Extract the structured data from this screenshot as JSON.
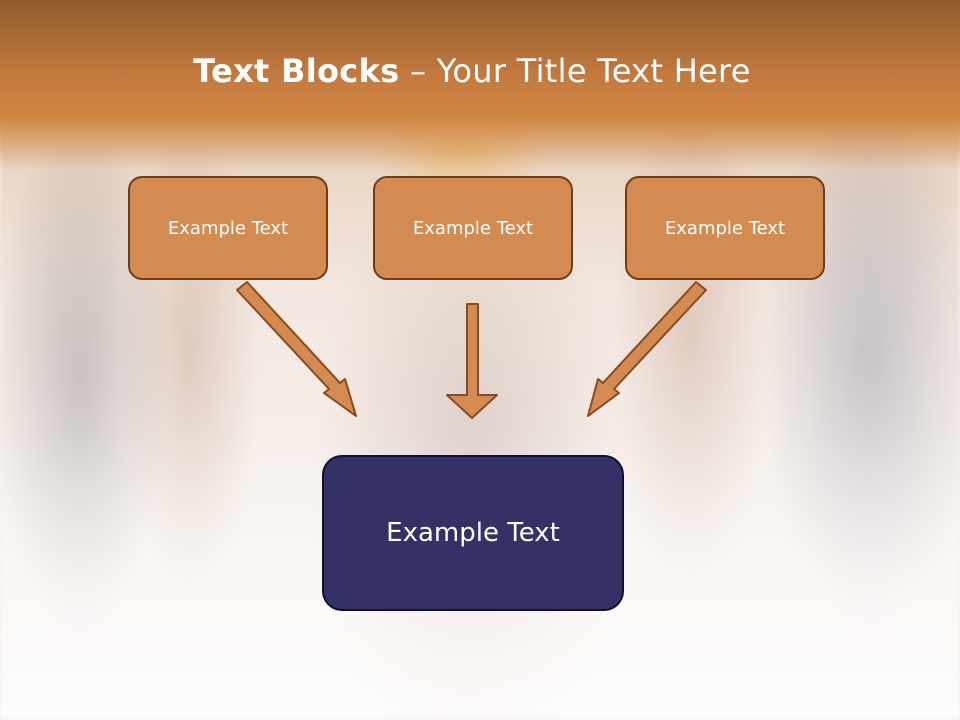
{
  "slide": {
    "title_bold": "Text Blocks",
    "title_dash": " – ",
    "title_rest": "Your Title Text Here",
    "boxes": [
      {
        "label": "Example Text"
      },
      {
        "label": "Example Text"
      },
      {
        "label": "Example Text"
      }
    ],
    "main_box": {
      "label": "Example Text"
    }
  },
  "colors": {
    "header": "#c47a3f",
    "small_box_fill": "#d38b51",
    "small_box_border": "#6e3d1a",
    "main_box_fill": "#333165",
    "arrow_fill": "#d38b51",
    "arrow_stroke": "#8a4a1f"
  }
}
